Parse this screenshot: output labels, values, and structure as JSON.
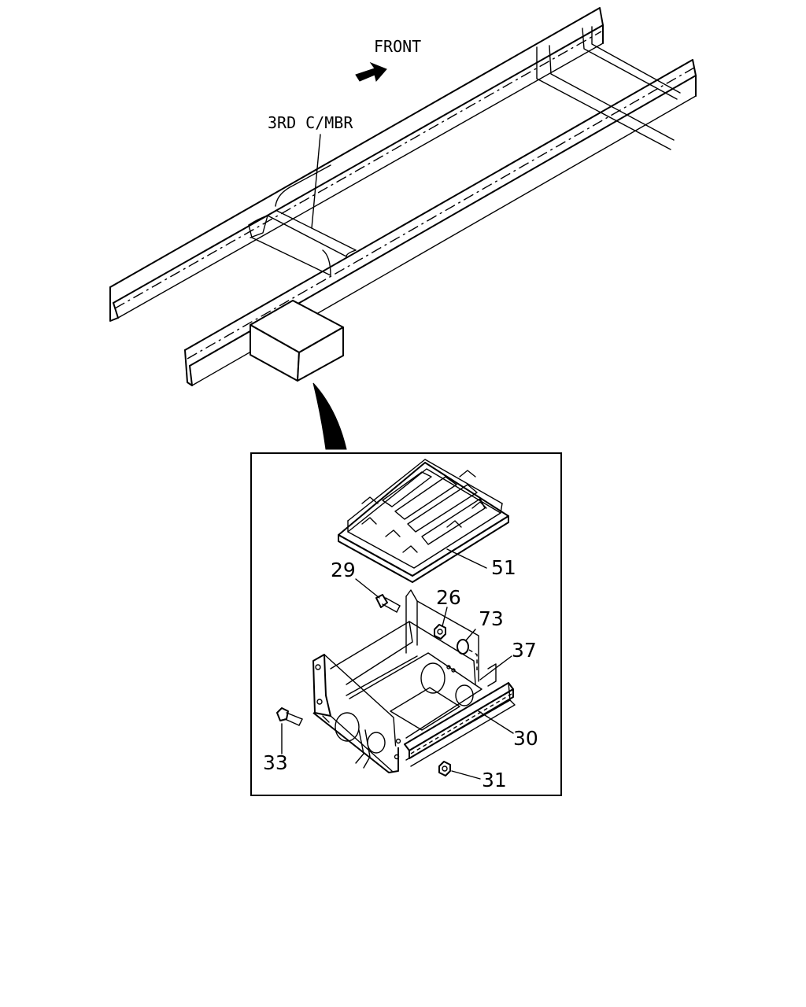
{
  "labels": {
    "front": "FRONT",
    "crossmember": "3RD C/MBR"
  },
  "callouts": {
    "p29": "29",
    "p26": "26",
    "p73": "73",
    "p37": "37",
    "p51": "51",
    "p30": "30",
    "p33": "33",
    "p31": "31"
  }
}
